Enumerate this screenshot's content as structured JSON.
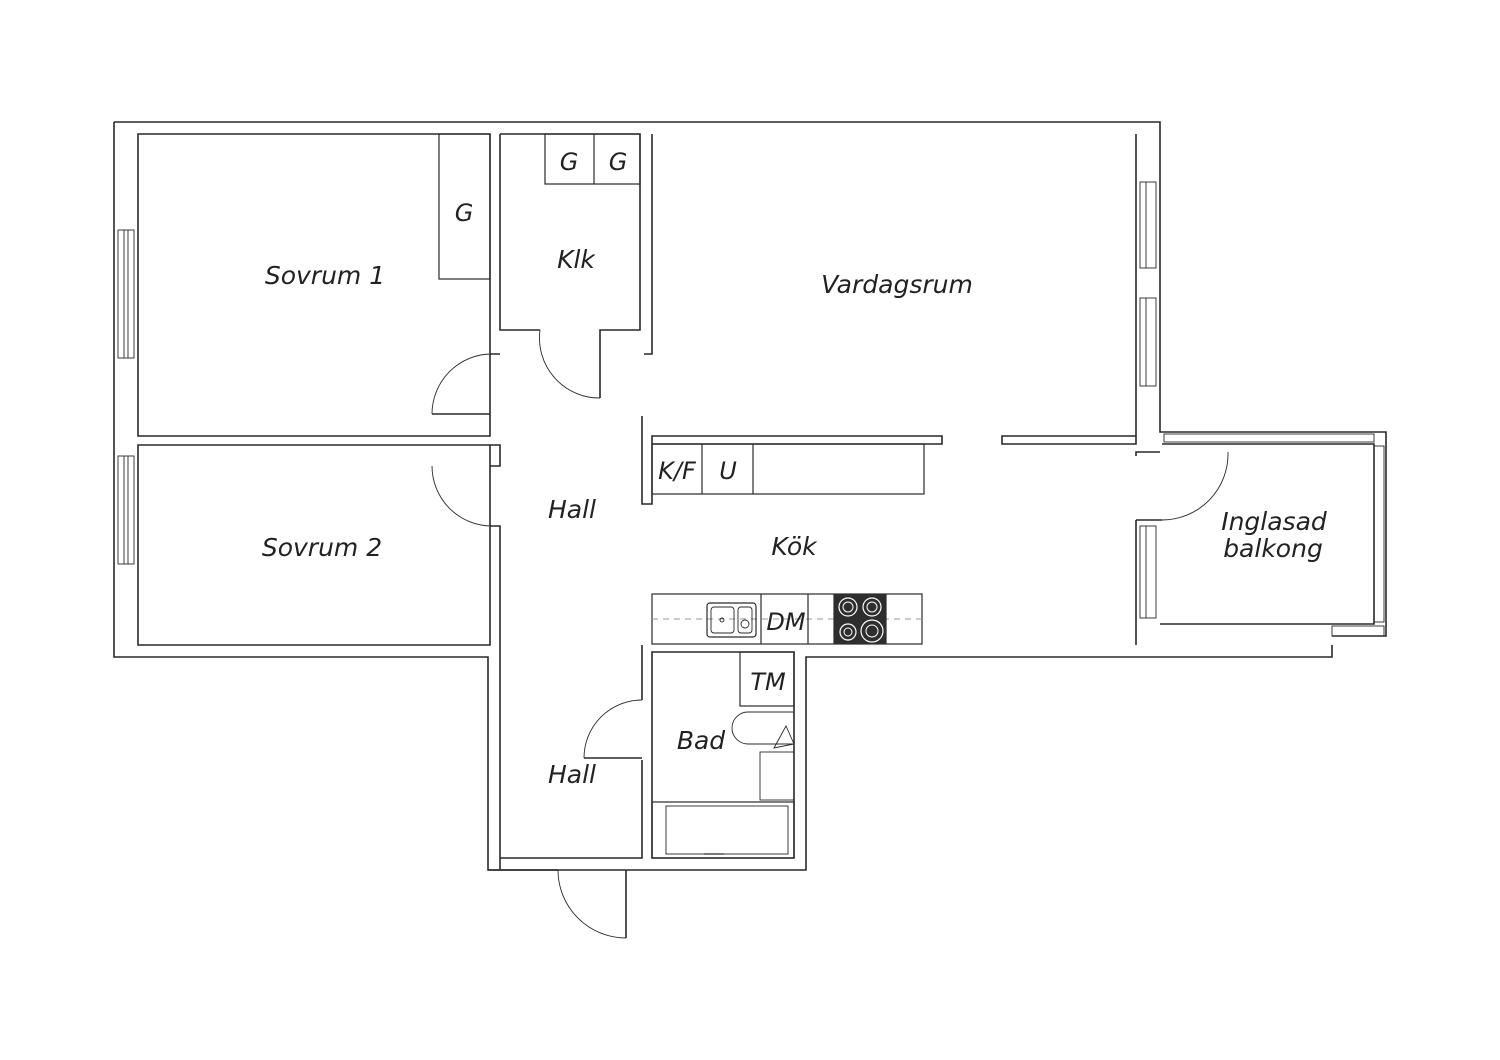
{
  "rooms": {
    "sovrum1": "Sovrum 1",
    "sovrum2": "Sovrum 2",
    "klk": "Klk",
    "vardagsrum": "Vardagsrum",
    "hall_upper": "Hall",
    "hall_lower": "Hall",
    "kok": "Kök",
    "bad": "Bad",
    "balkong_line1": "Inglasad",
    "balkong_line2": "balkong"
  },
  "fixtures": {
    "wardrobe_sovrum1": "G",
    "wardrobe_klk_1": "G",
    "wardrobe_klk_2": "G",
    "fridge_freezer": "K/F",
    "oven": "U",
    "dishwasher": "DM",
    "washing_machine": "TM"
  }
}
